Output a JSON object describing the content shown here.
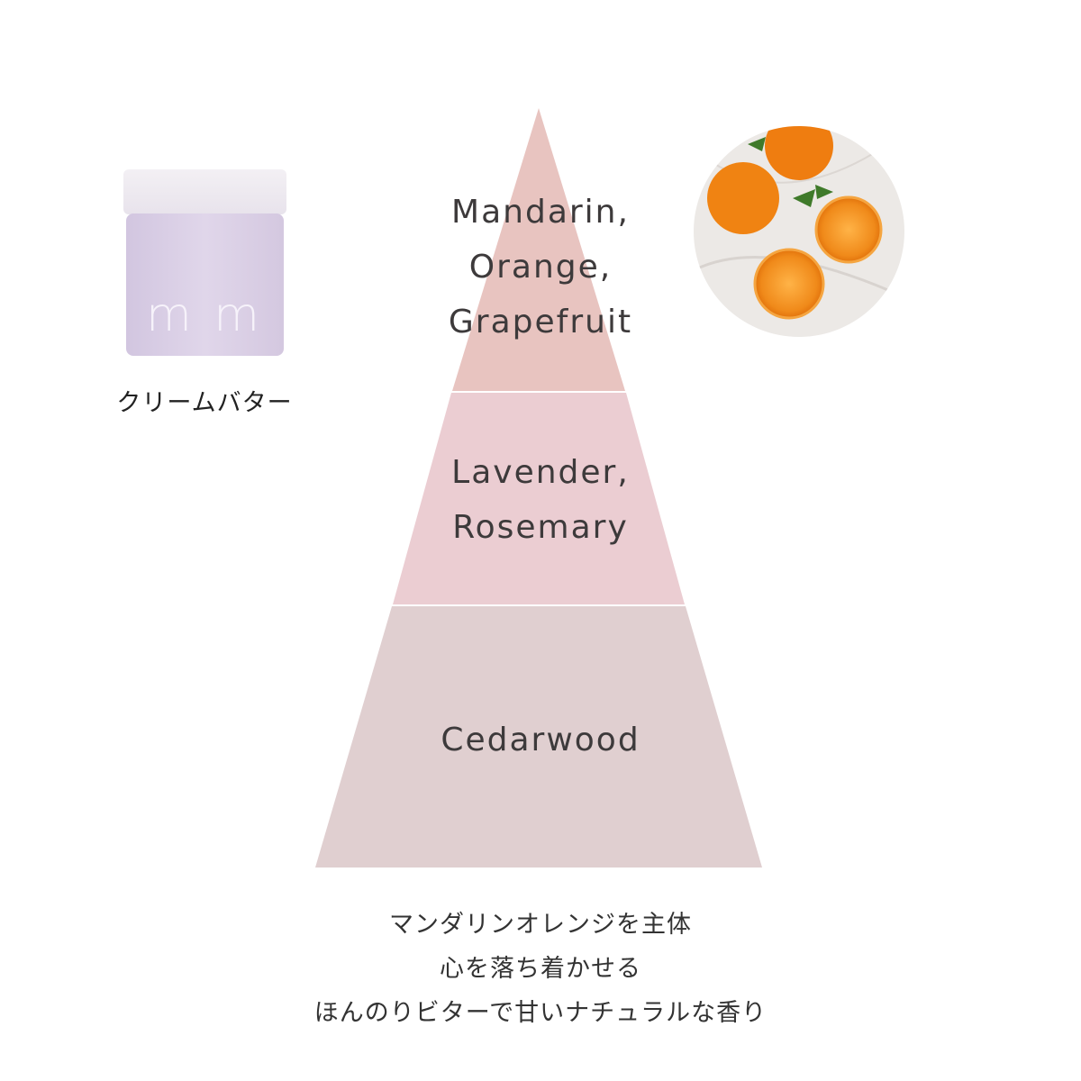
{
  "product": {
    "name": "クリームバター",
    "logo_text": "mm"
  },
  "pyramid": {
    "top": {
      "label_lines": [
        "Mandarin,",
        "Orange,",
        "Grapefruit"
      ],
      "color": "#e8c4c0"
    },
    "middle": {
      "label_lines": [
        "Lavender,",
        "Rosemary"
      ],
      "color": "#ebcdd2"
    },
    "base": {
      "label_lines": [
        "Cedarwood"
      ],
      "color": "#e0cfd0"
    }
  },
  "description": {
    "lines": [
      "マンダリンオレンジを主体",
      "心を落ち着かせる",
      "ほんのりビターで甘いナチュラルな香り"
    ]
  },
  "colors": {
    "text": "#3d3a3b",
    "jar": "#dcd0e6",
    "lid": "#eeeaf0"
  }
}
